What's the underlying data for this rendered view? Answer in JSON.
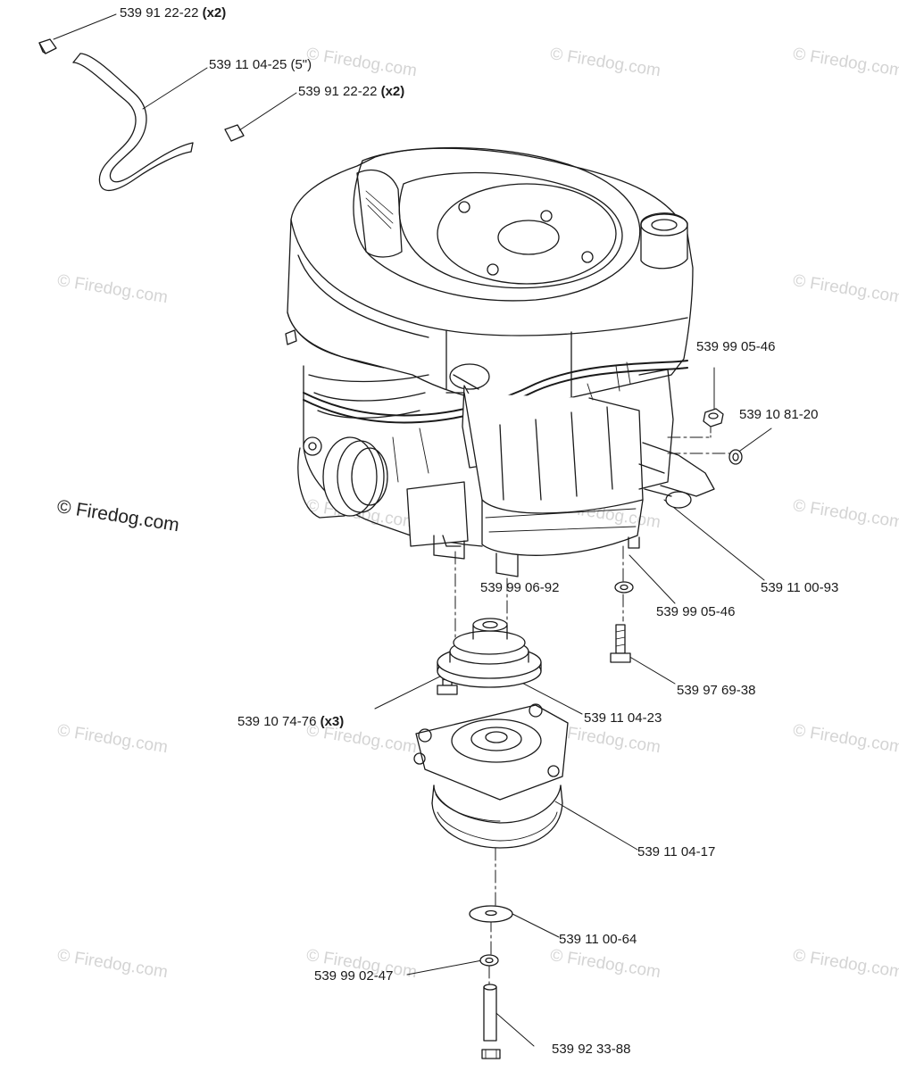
{
  "watermark": "© Firedog.com",
  "parts": [
    {
      "id": "p1",
      "number": "539 91 22-22",
      "qty": "(x2)"
    },
    {
      "id": "p2",
      "number": "539 11 04-25 (5\")",
      "qty": ""
    },
    {
      "id": "p3",
      "number": "539 91 22-22",
      "qty": "(x2)"
    },
    {
      "id": "p4",
      "number": "539 99 05-46",
      "qty": ""
    },
    {
      "id": "p5",
      "number": "539 10 81-20",
      "qty": ""
    },
    {
      "id": "p6",
      "number": "539 11 00-93",
      "qty": ""
    },
    {
      "id": "p7",
      "number": "539 99 06-92",
      "qty": ""
    },
    {
      "id": "p8",
      "number": "539 99 05-46",
      "qty": ""
    },
    {
      "id": "p9",
      "number": "539 97 69-38",
      "qty": ""
    },
    {
      "id": "p10",
      "number": "539 10 74-76",
      "qty": "(x3)"
    },
    {
      "id": "p11",
      "number": "539 11 04-23",
      "qty": ""
    },
    {
      "id": "p12",
      "number": "539 11 04-17",
      "qty": ""
    },
    {
      "id": "p13",
      "number": "539 11 00-64",
      "qty": ""
    },
    {
      "id": "p14",
      "number": "539 99 02-47",
      "qty": ""
    },
    {
      "id": "p15",
      "number": "539 92 33-88",
      "qty": ""
    }
  ]
}
